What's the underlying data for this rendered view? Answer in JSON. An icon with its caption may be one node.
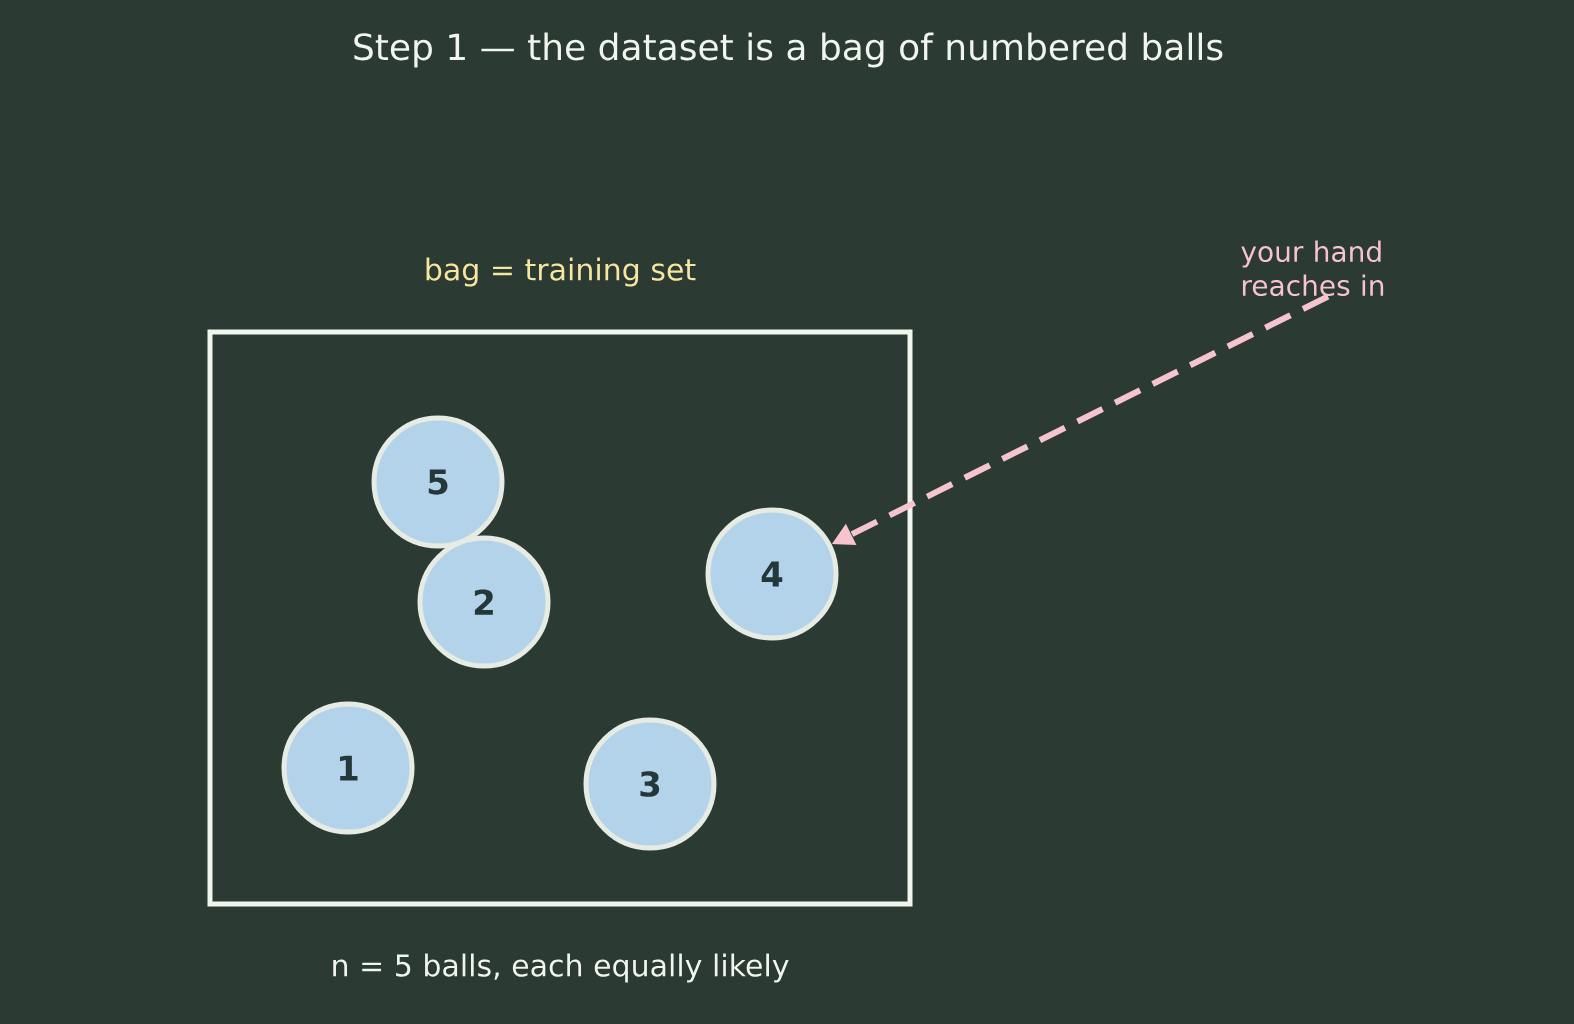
{
  "diagram": {
    "title": "Step 1 — the dataset is a bag of numbered balls",
    "nodes": [
      {
        "text": [
          "bag = training set"
        ],
        "beside": [
          "n = 5 balls, each equally likely"
        ]
      },
      {
        "text": [
          "5"
        ],
        "in": 0
      },
      {
        "text": [
          "4"
        ],
        "in": 0
      },
      {
        "text": [
          "2"
        ],
        "in": 0
      },
      {
        "text": [
          "1"
        ],
        "in": 0
      },
      {
        "text": [
          "3"
        ],
        "in": 0
      },
      {
        "text": [
          "your hand reaches in"
        ]
      }
    ],
    "edges": [
      {
        "from": 6,
        "to": 2,
        "arrow": "to",
        "style": "dashed"
      }
    ]
  }
}
